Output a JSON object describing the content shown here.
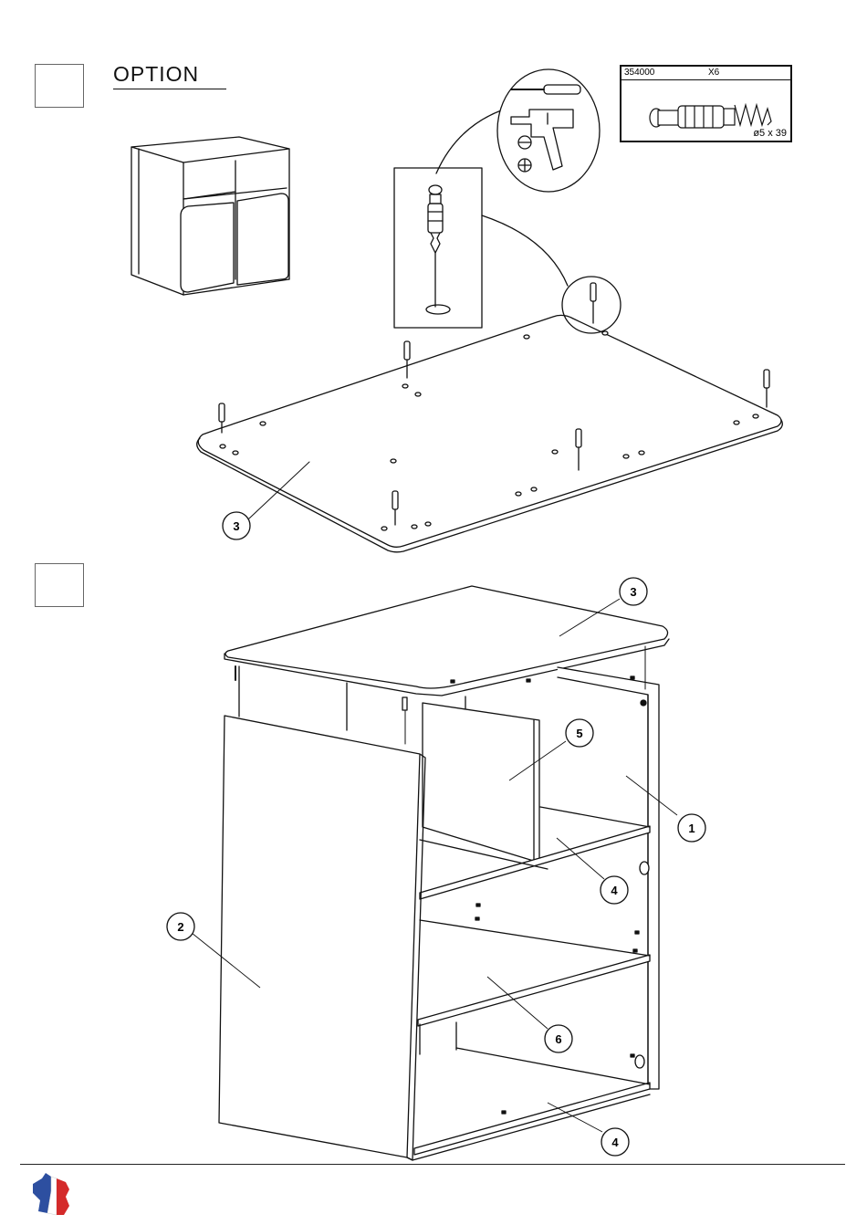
{
  "step_boxes": [
    {
      "id": "upper",
      "number": ""
    },
    {
      "id": "lower",
      "number": ""
    }
  ],
  "option_title": "OPTION",
  "hardware": {
    "code": "354000",
    "quantity": "X6",
    "dimension": "ø5 x 39"
  },
  "callouts_upper": [
    {
      "label": "3"
    }
  ],
  "callouts_lower": [
    {
      "label": "3"
    },
    {
      "label": "5"
    },
    {
      "label": "1"
    },
    {
      "label": "4"
    },
    {
      "label": "2"
    },
    {
      "label": "6"
    },
    {
      "label": "4"
    }
  ],
  "icons": {
    "tools": [
      "screwdriver-icon",
      "drill-icon",
      "flat-head-icon",
      "phillips-head-icon"
    ],
    "flag": "france-map-icon"
  },
  "colors": {
    "line": "#111111",
    "flag_blue": "#2d4fa0",
    "flag_red": "#d42a2a"
  }
}
